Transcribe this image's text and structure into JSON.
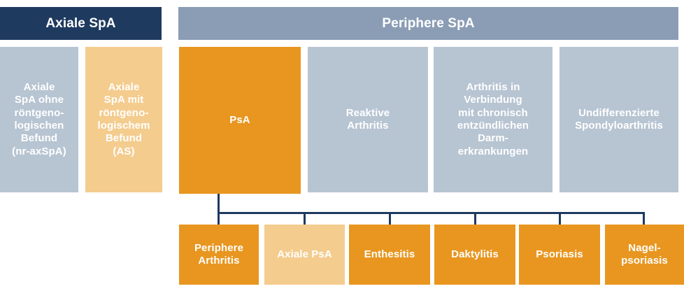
{
  "diagram": {
    "title_text_lang": "de",
    "colors": {
      "navy": "#1E3A5F",
      "header_gray": "#8B9DB5",
      "light_gray": "#B7C4D2",
      "orange": "#E89620",
      "light_orange": "#F4CC8E",
      "text_white": "#FFFFFF",
      "connector": "#1E3A5F",
      "background": "#FFFFFF"
    },
    "headers": [
      {
        "id": "axiale-spa",
        "label": "Axiale SpA",
        "style": "navy"
      },
      {
        "id": "periphere-spa",
        "label": "Periphere SpA",
        "style": "gray"
      }
    ],
    "axial_categories": [
      {
        "id": "nr-axspa",
        "label": "Axiale\nSpA ohne\nröntgeno-\nlogischen\nBefund\n(nr-axSpA)",
        "style": "gray"
      },
      {
        "id": "as",
        "label": "Axiale\nSpA mit\nröntgeno-\nlogischem\nBefund\n(AS)",
        "style": "light-orange"
      }
    ],
    "peripheral_categories": [
      {
        "id": "psa",
        "label": "PsA",
        "style": "orange"
      },
      {
        "id": "reaktive-arthritis",
        "label": "Reaktive\nArthritis",
        "style": "gray"
      },
      {
        "id": "arthritis-ced",
        "label": "Arthritis in\nVerbindung\nmit chronisch\nentzündlichen\nDarm-\nerkrankungen",
        "style": "gray"
      },
      {
        "id": "undifferenzierte-spondyloarthritis",
        "label": "Undifferenzierte\nSpondyloarthritis",
        "style": "gray"
      }
    ],
    "psa_manifestations": [
      {
        "id": "periphere-arthritis",
        "label": "Periphere\nArthritis",
        "style": "orange"
      },
      {
        "id": "axiale-psa",
        "label": "Axiale PsA",
        "style": "light-orange"
      },
      {
        "id": "enthesitis",
        "label": "Enthesitis",
        "style": "orange"
      },
      {
        "id": "daktylitis",
        "label": "Daktylitis",
        "style": "orange"
      },
      {
        "id": "psoriasis",
        "label": "Psoriasis",
        "style": "orange"
      },
      {
        "id": "nagelpsoriasis",
        "label": "Nagel-\npsoriasis",
        "style": "orange"
      }
    ]
  }
}
